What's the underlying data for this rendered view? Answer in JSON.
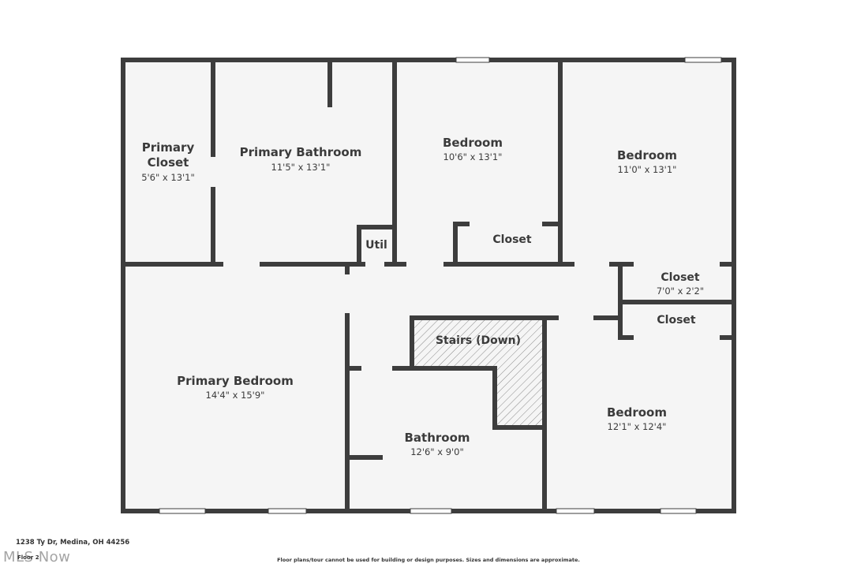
{
  "address": "1238 Ty Dr, Medina, OH 44256",
  "floor_label": "Floor 2",
  "disclaimer": "Floor plans/tour cannot be used for building or design purposes. Sizes and dimensions are approximate.",
  "watermark": "MLS Now",
  "colors": {
    "wall": "#3d3d3d",
    "floor": "#f5f5f5",
    "window": "#ffffff"
  },
  "rooms": {
    "primary_closet": {
      "name1": "Primary",
      "name2": "Closet",
      "dims": "5'6\" x 13'1\""
    },
    "primary_bathroom": {
      "name": "Primary Bathroom",
      "dims": "11'5\" x 13'1\""
    },
    "bedroom_1": {
      "name": "Bedroom",
      "dims": "10'6\" x 13'1\""
    },
    "bedroom_2": {
      "name": "Bedroom",
      "dims": "11'0\" x 13'1\""
    },
    "util": {
      "name": "Util"
    },
    "closet_1": {
      "name": "Closet"
    },
    "closet_2": {
      "name": "Closet",
      "dims": "7'0\" x 2'2\""
    },
    "closet_3": {
      "name": "Closet"
    },
    "primary_bedroom": {
      "name": "Primary Bedroom",
      "dims": "14'4\" x 15'9\""
    },
    "stairs": {
      "name": "Stairs (Down)"
    },
    "bathroom": {
      "name": "Bathroom",
      "dims": "12'6\" x 9'0\""
    },
    "bedroom_3": {
      "name": "Bedroom",
      "dims": "12'1\" x 12'4\""
    }
  }
}
